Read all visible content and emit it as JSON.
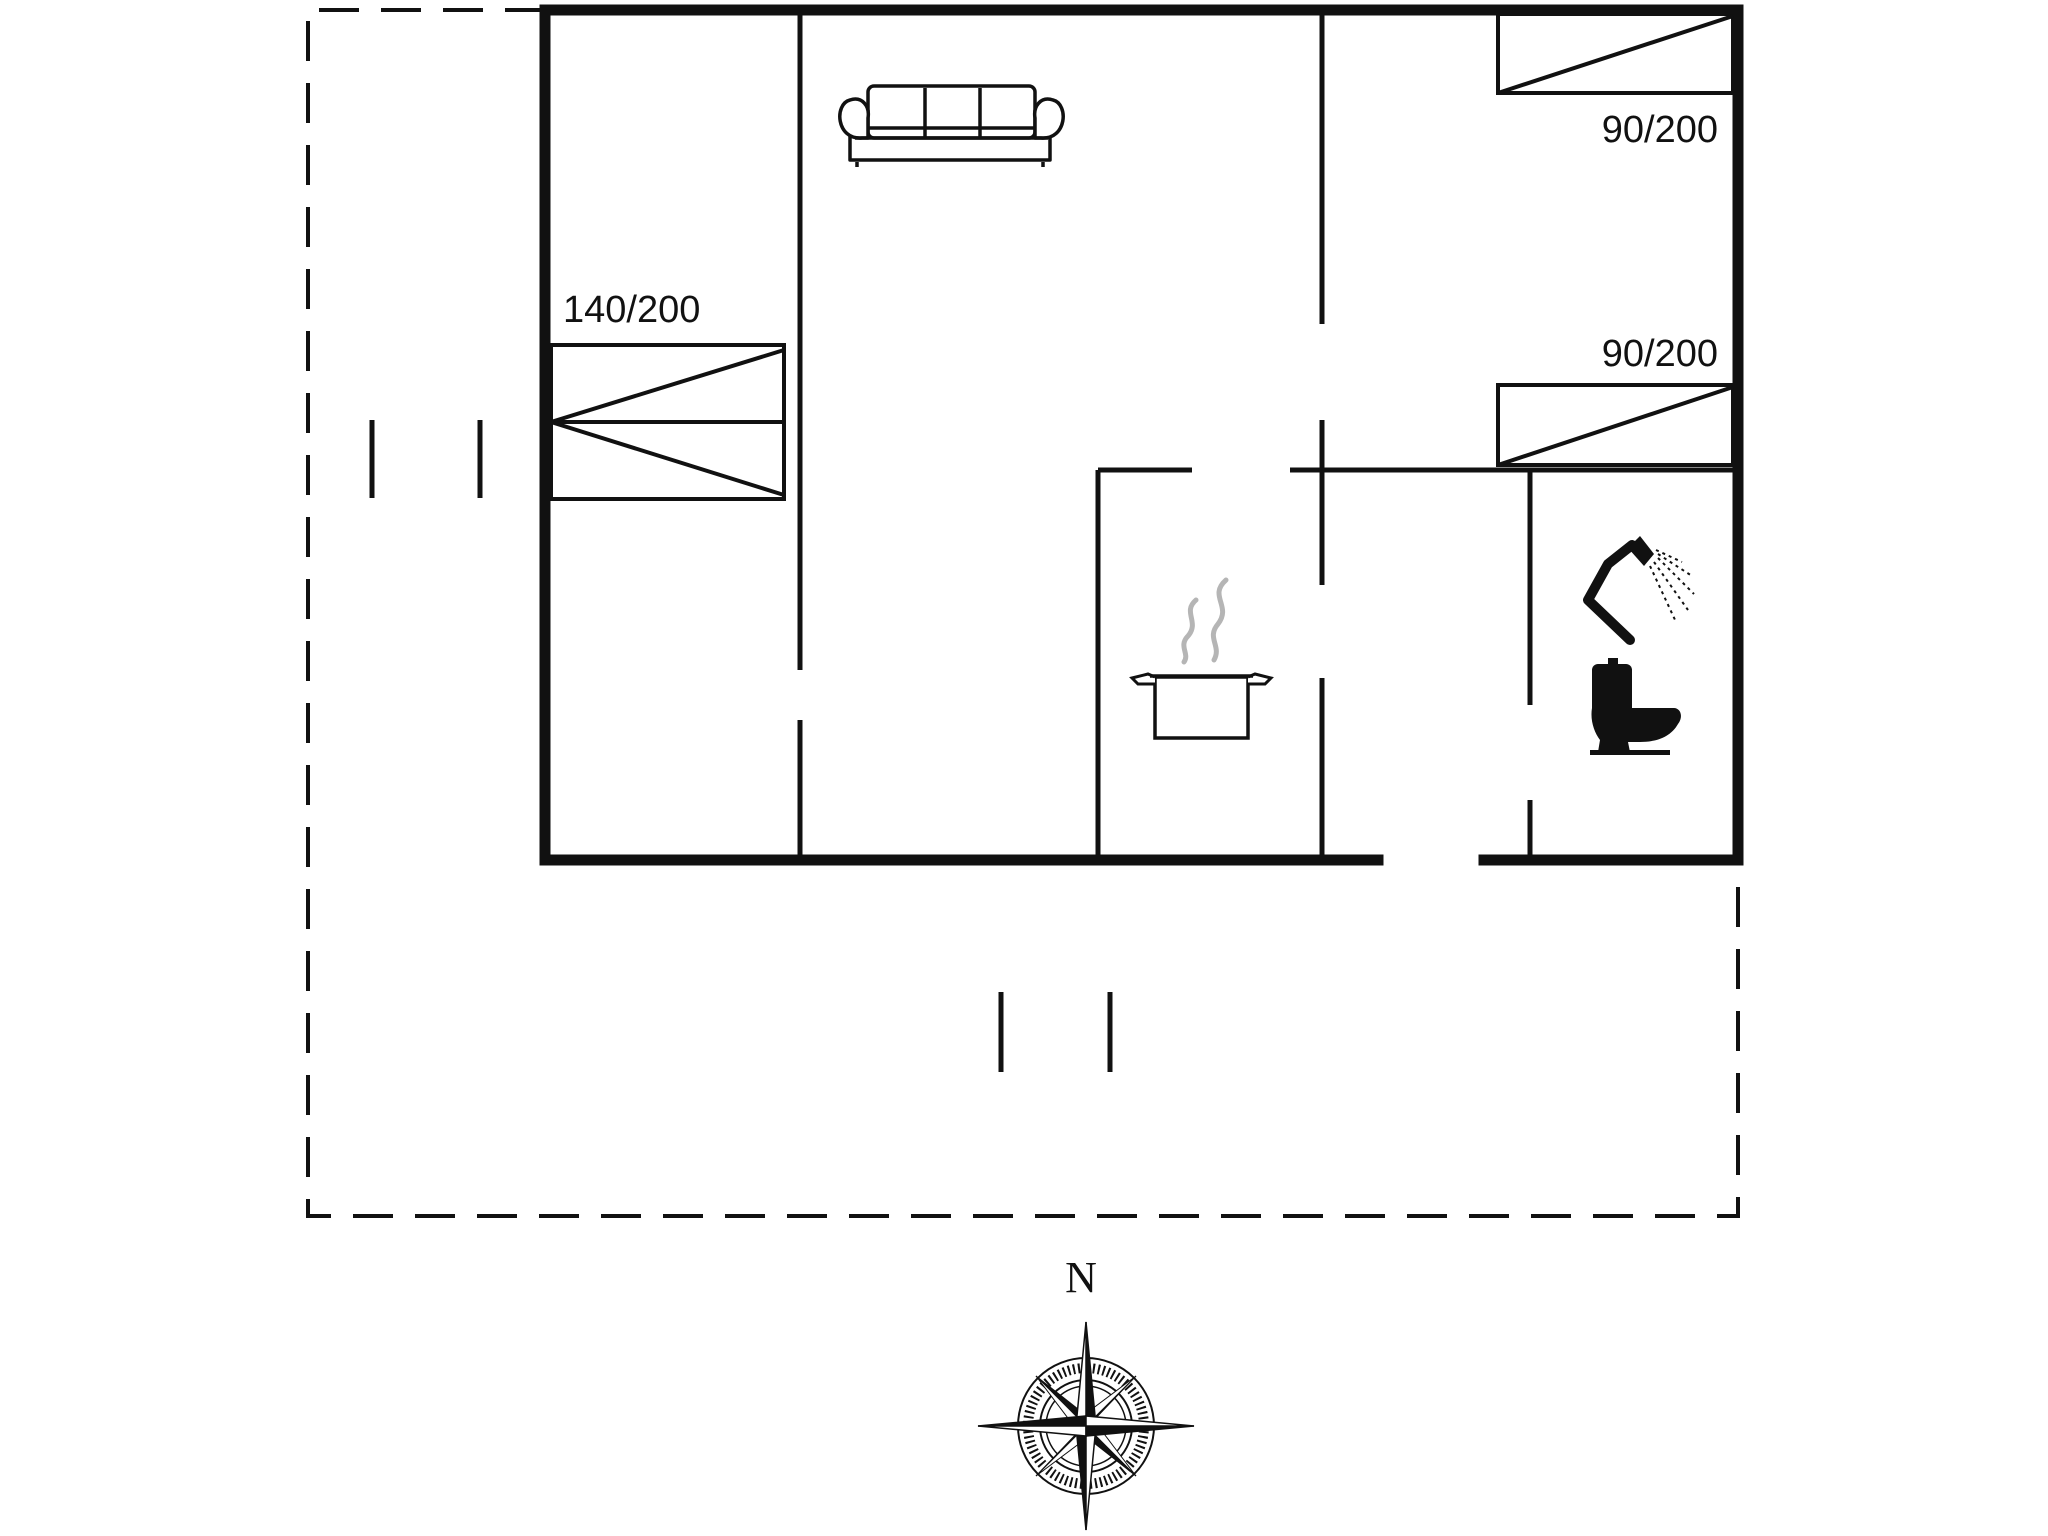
{
  "plan": {
    "beds": {
      "double_bed_label": "140/200",
      "single_bed_top_label": "90/200",
      "single_bed_bottom_label": "90/200"
    },
    "icons": {
      "living_room": "sofa-icon",
      "kitchen": "cooking-pot-icon",
      "bathroom_shower": "shower-icon",
      "bathroom_toilet": "toilet-icon",
      "orientation": "compass-rose-icon"
    },
    "compass": {
      "north_label": "N"
    },
    "colors": {
      "wall": "#111111",
      "steam": "#b5b5b5",
      "background": "#ffffff"
    }
  }
}
